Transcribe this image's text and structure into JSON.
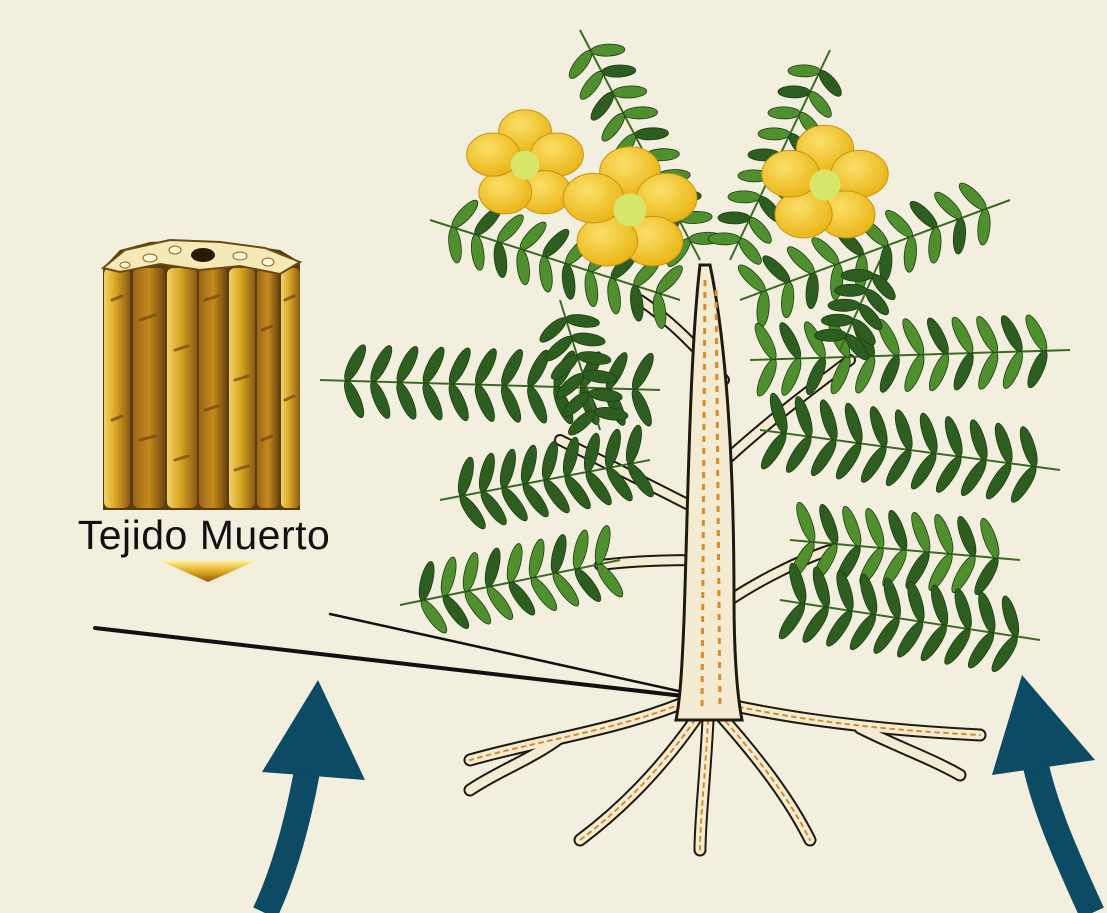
{
  "diagram": {
    "tissue_label": "Tejido Muerto",
    "colors": {
      "background": "#f3efdf",
      "leaf_dark": "#2d5e1f",
      "leaf_light": "#4f8f2e",
      "flower": "#f4c61b",
      "flower_light": "#fbe06a",
      "stem": "#f4ecd2",
      "stem_dash": "#d98a2a",
      "arrow": "#0d4a63",
      "tissue_gold": "#d9a521",
      "tissue_brown": "#8a5a14"
    },
    "icons": [
      "plant-illustration",
      "xylem-tissue-block",
      "down-arrow-icon",
      "up-arrow-icon"
    ]
  }
}
